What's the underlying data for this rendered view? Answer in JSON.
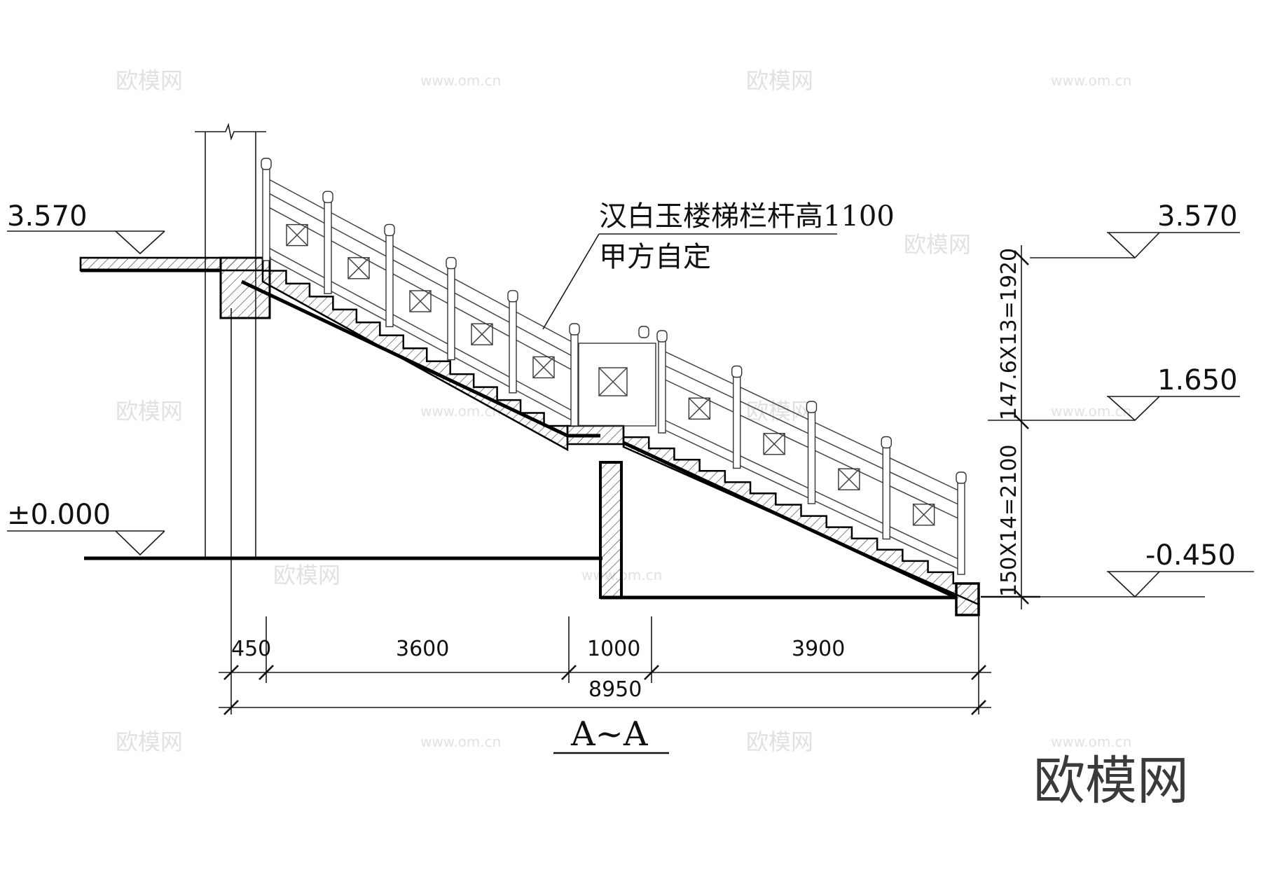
{
  "elevations": {
    "left_top": "3.570",
    "left_ground": "±0.000",
    "right_top": "3.570",
    "right_mid": "1.650",
    "right_bottom": "-0.450"
  },
  "annotation": {
    "line1": "汉白玉楼梯栏杆高1100",
    "line2": "甲方自定"
  },
  "vertical_dims": {
    "upper": "147.6X13=1920",
    "lower": "150X14=2100"
  },
  "horizontal_dims": {
    "seg1": "450",
    "seg2": "3600",
    "seg3": "1000",
    "seg4": "3900",
    "total": "8950"
  },
  "section_label": "A~A",
  "watermark": {
    "brand": "欧模网",
    "url": "www.om.cn"
  }
}
